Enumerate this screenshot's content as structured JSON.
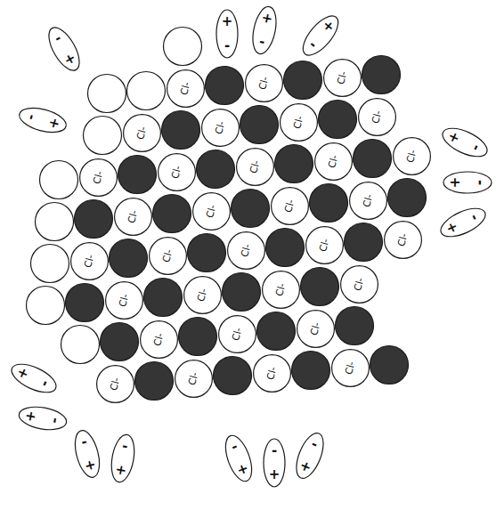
{
  "diagram": {
    "nodes": [
      {
        "text": [
          "-",
          "+"
        ]
      },
      {
        "text": [
          "+",
          "-"
        ]
      },
      {
        "text": [
          "+",
          "-"
        ]
      },
      {
        "text": [
          "+",
          "-"
        ]
      },
      {
        "text": [
          "-",
          "+"
        ]
      },
      {
        "text": [
          "Cl-"
        ]
      },
      {
        "text": [
          "Cl-"
        ]
      },
      {
        "text": [
          "Cl-"
        ]
      },
      {
        "text": [
          "Cl-"
        ]
      },
      {
        "text": [
          "Cl-"
        ]
      },
      {
        "text": [
          "Cl-"
        ]
      },
      {
        "text": [
          "Cl-"
        ]
      },
      {
        "text": [
          "Cl-"
        ]
      },
      {
        "text": [
          "Cl-"
        ]
      },
      {
        "text": [
          "Cl-"
        ]
      },
      {
        "text": [
          "Cl-"
        ]
      },
      {
        "text": [
          "Cl-"
        ]
      },
      {
        "text": [
          "Cl-"
        ]
      },
      {
        "text": [
          "Cl-"
        ]
      },
      {
        "text": [
          "Cl-"
        ]
      },
      {
        "text": [
          "Cl-"
        ]
      },
      {
        "text": [
          "Cl-"
        ]
      },
      {
        "text": [
          "Cl-"
        ]
      },
      {
        "text": [
          "Cl-"
        ]
      },
      {
        "text": [
          "Cl-"
        ]
      },
      {
        "text": [
          "Cl-"
        ]
      },
      {
        "text": [
          "Cl-"
        ]
      },
      {
        "text": [
          "Cl-"
        ]
      },
      {
        "text": [
          "Cl-"
        ]
      },
      {
        "text": [
          "Cl-"
        ]
      },
      {
        "text": [
          "Cl-"
        ]
      },
      {
        "text": [
          "Cl-"
        ]
      },
      {
        "text": [
          "Cl-"
        ]
      },
      {
        "text": [
          "Cl-"
        ]
      },
      {
        "text": [
          "Cl-"
        ]
      },
      {
        "text": [
          "Cl-"
        ]
      },
      {
        "text": [
          "Cl-"
        ]
      },
      {
        "text": [
          "+",
          "-"
        ]
      },
      {
        "text": [
          "+",
          "-"
        ]
      },
      {
        "text": [
          "+",
          "-"
        ]
      },
      {
        "text": [
          "+",
          "-"
        ]
      },
      {
        "text": [
          "+",
          "-"
        ]
      },
      {
        "text": [
          "-",
          "+"
        ]
      },
      {
        "text": [
          "-",
          "+"
        ]
      },
      {
        "text": [
          "-",
          "+"
        ]
      },
      {
        "text": [
          "-",
          "+"
        ]
      },
      {
        "text": [
          "-",
          "+"
        ]
      }
    ]
  }
}
